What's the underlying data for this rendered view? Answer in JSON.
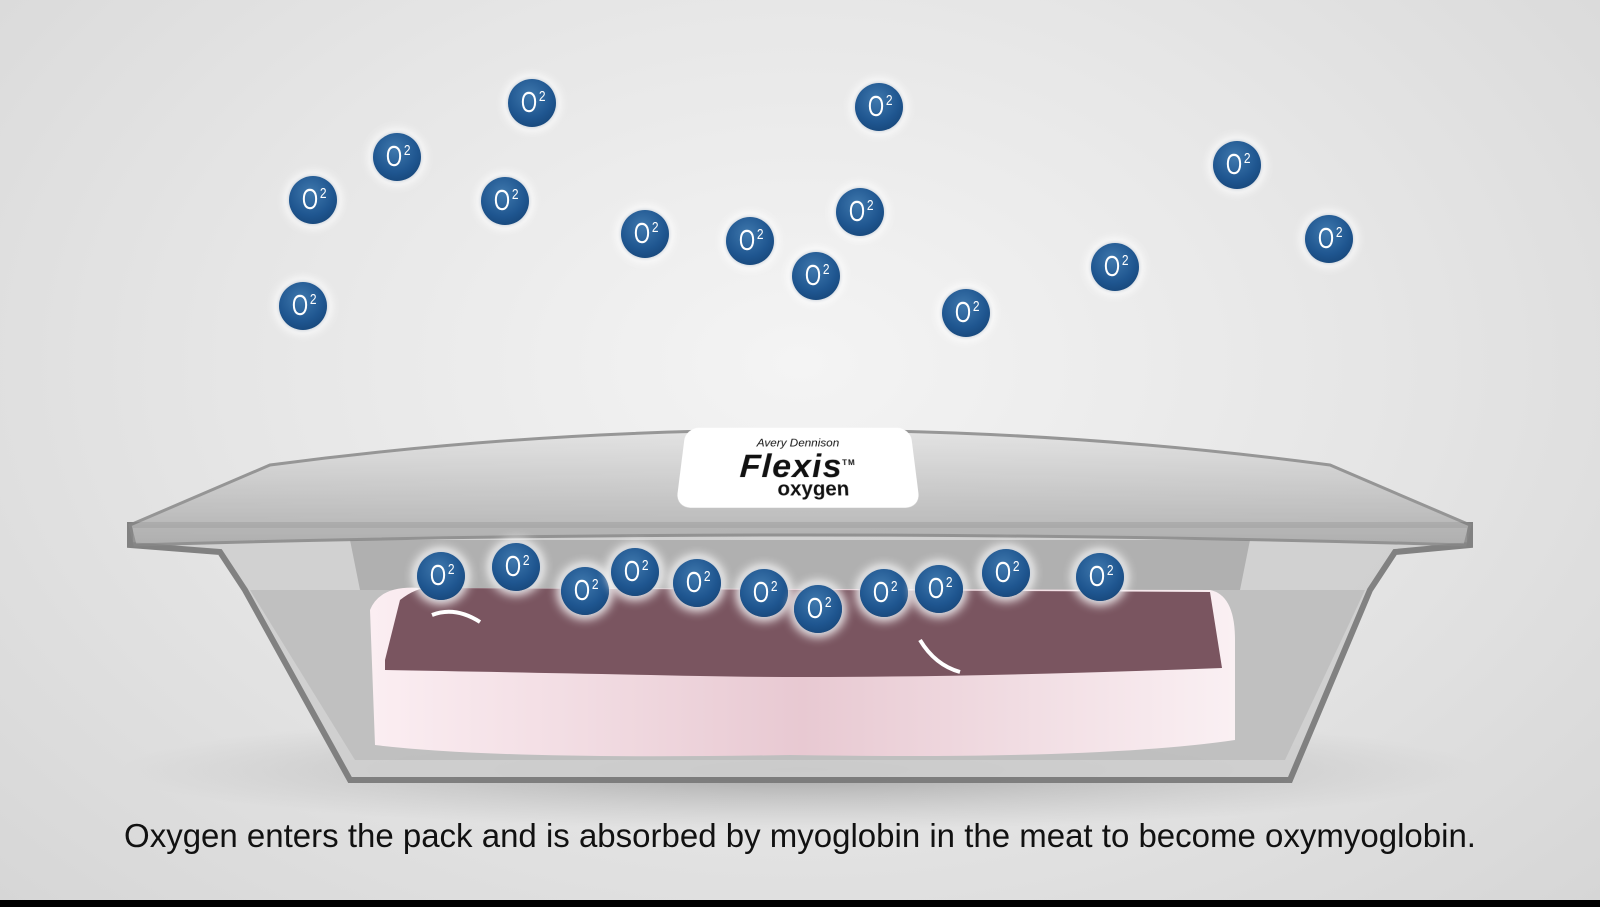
{
  "molecule": {
    "symbol": "O",
    "subscript": "2"
  },
  "logo": {
    "brand": "Avery Dennison",
    "product": "Flexis",
    "tm": "TM",
    "variant": "oxygen"
  },
  "caption": "Oxygen enters the pack and is absorbed by myoglobin in the meat to become oxymyoglobin.",
  "colors": {
    "molecule": "#1f5690",
    "meat": "#7a5560",
    "tray": "#a8a8a8"
  }
}
